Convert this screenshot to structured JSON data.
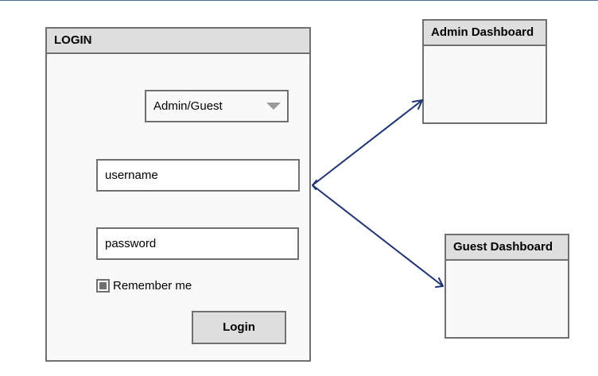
{
  "login_panel": {
    "title": "LOGIN",
    "role_select": {
      "selected": "Admin/Guest"
    },
    "username": {
      "placeholder": "username"
    },
    "password": {
      "placeholder": "password"
    },
    "remember": {
      "label": "Remember me",
      "checked": true
    },
    "submit_label": "Login"
  },
  "admin_dashboard": {
    "title": "Admin Dashboard"
  },
  "guest_dashboard": {
    "title": "Guest Dashboard"
  },
  "colors": {
    "connector": "#1f3473",
    "border": "#707070",
    "header_fill": "#dedede",
    "panel_fill": "#f9f9f9"
  },
  "icons": [
    "chevron-down-icon",
    "checkbox-checked-icon",
    "double-arrow-icon"
  ]
}
